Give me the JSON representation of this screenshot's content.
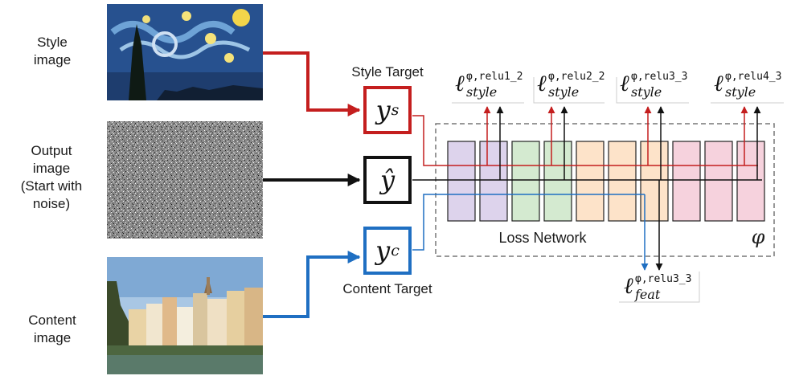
{
  "inputs": {
    "style": {
      "line1": "Style",
      "line2": "image"
    },
    "output": {
      "line1": "Output",
      "line2": "image",
      "line3": "(Start with",
      "line4": "noise)"
    },
    "content": {
      "line1": "Content",
      "line2": "image"
    }
  },
  "targets": {
    "style_caption": "Style Target",
    "content_caption": "Content Target",
    "style_symbol": "y",
    "style_subscript": "s",
    "output_symbol": "ŷ",
    "content_symbol": "y",
    "content_subscript": "c"
  },
  "network": {
    "label": "Loss Network",
    "phi": "φ",
    "layer_colors": [
      "#ddd3ec",
      "#ddd3ec",
      "#d4ead0",
      "#d4ead0",
      "#fde3c9",
      "#fde3c9",
      "#fde3c9",
      "#f6d2dd",
      "#f6d2dd",
      "#f6d2dd"
    ]
  },
  "losses": {
    "style_1": {
      "symbol": "ℓ",
      "superscript": "φ,relu1_2",
      "subscript": "style"
    },
    "style_2": {
      "symbol": "ℓ",
      "superscript": "φ,relu2_2",
      "subscript": "style"
    },
    "style_3": {
      "symbol": "ℓ",
      "superscript": "φ,relu3_3",
      "subscript": "style"
    },
    "style_4": {
      "symbol": "ℓ",
      "superscript": "φ,relu4_3",
      "subscript": "style"
    },
    "feat": {
      "symbol": "ℓ",
      "superscript": "φ,relu3_3",
      "subscript": "feat"
    }
  },
  "colors": {
    "style_arrow": "#c41e1e",
    "content_arrow": "#1f6fc2",
    "output_arrow": "#111111",
    "dashed_border": "#777777"
  }
}
